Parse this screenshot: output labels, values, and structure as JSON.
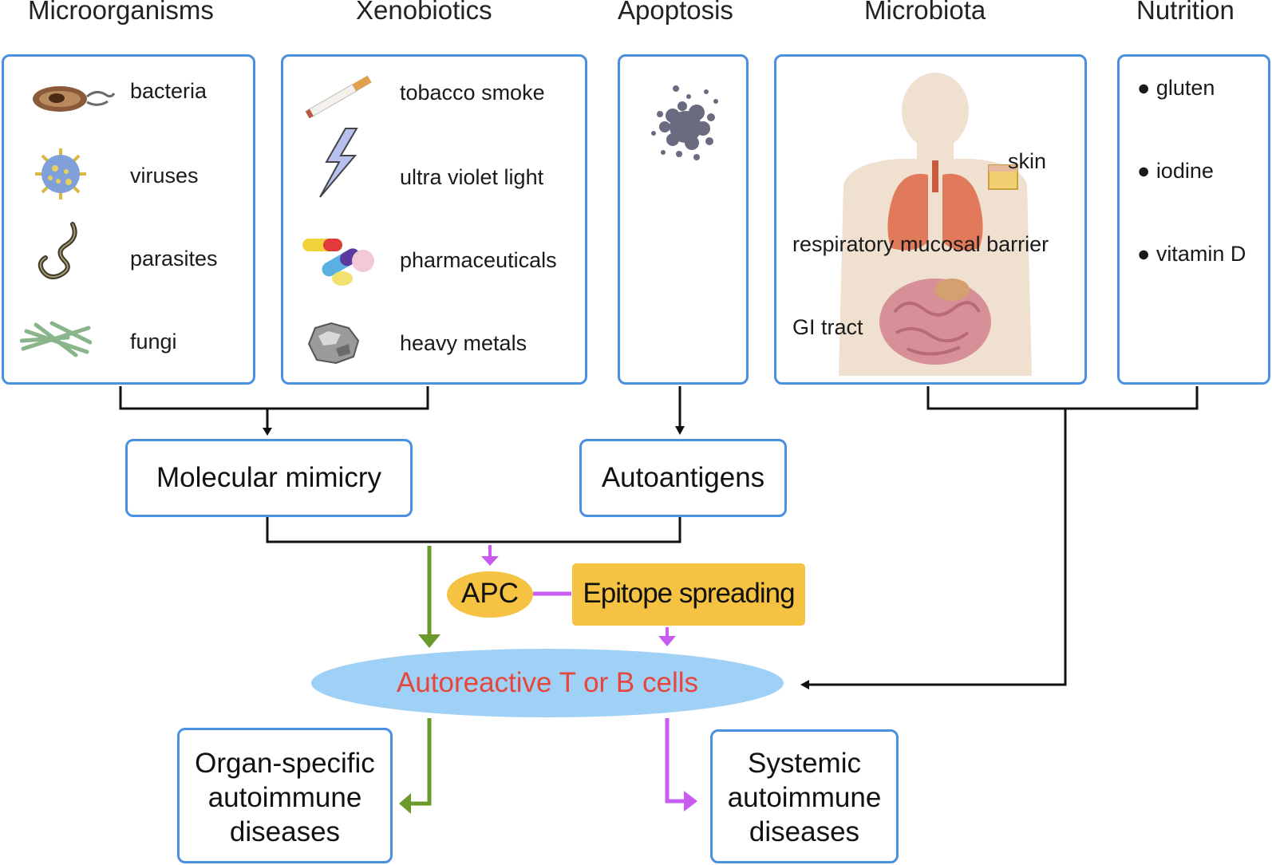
{
  "headers": {
    "microorganisms": "Microorganisms",
    "xenobiotics": "Xenobiotics",
    "apoptosis": "Apoptosis",
    "microbiota": "Microbiota",
    "nutrition": "Nutrition"
  },
  "microorganisms": [
    "bacteria",
    "viruses",
    "parasites",
    "fungi"
  ],
  "xenobiotics": [
    "tobacco smoke",
    "ultra violet light",
    "pharmaceuticals",
    "heavy metals"
  ],
  "microbiota": {
    "skin": "skin",
    "respiratory": "respiratory mucosal barrier",
    "gi": "GI tract"
  },
  "nutrition": [
    "gluten",
    "iodine",
    "vitamin D"
  ],
  "nodes": {
    "molecular_mimicry": "Molecular mimicry",
    "autoantigens": "Autoantigens",
    "apc": "APC",
    "epitope_spreading": "Epitope spreading",
    "autoreactive": "Autoreactive T or B cells",
    "organ_specific": [
      "Organ-specific",
      "autoimmune",
      "diseases"
    ],
    "systemic": [
      "Systemic",
      "autoimmune",
      "diseases"
    ]
  },
  "colors": {
    "box_border": "#4a90e2",
    "apc_fill": "#f5c242",
    "epitope_fill": "#f5c242",
    "ellipse_fill": "#9fd0f5",
    "autoreactive_text": "#e8463c",
    "green_arrow": "#6a9a2a",
    "purple_arrow": "#c65cf0",
    "black_line": "#111111"
  }
}
